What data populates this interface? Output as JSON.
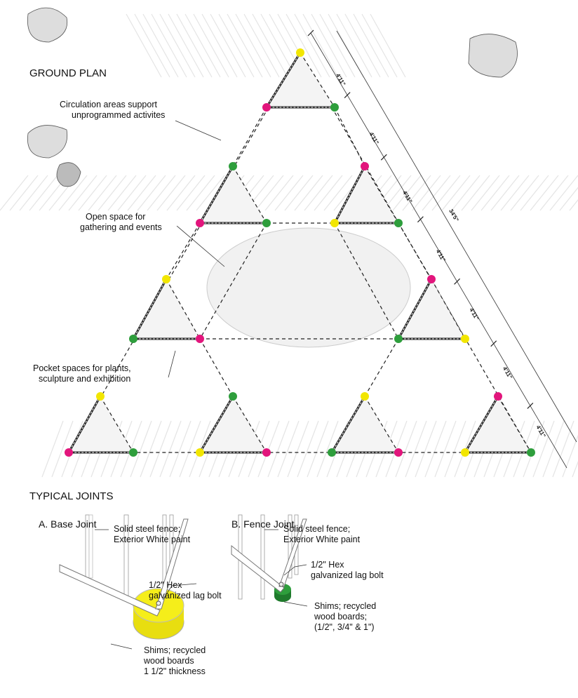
{
  "ground_plan": {
    "title": "GROUND PLAN",
    "callouts": {
      "circulation_line1": "Circulation areas support",
      "circulation_line2": "unprogrammed activites",
      "open_space_line1": "Open space for",
      "open_space_line2": "gathering and events",
      "pocket_line1": "Pocket spaces for plants,",
      "pocket_line2": "sculpture and exhibition"
    },
    "dimensions": {
      "segment": "4'11\"",
      "total": "34'5\""
    },
    "joint_colors": {
      "pink": "#e2157c",
      "green": "#2e9e3c",
      "yellow": "#f2e600"
    }
  },
  "typical_joints": {
    "title": "TYPICAL JOINTS",
    "base_joint": {
      "title": "A. Base Joint",
      "fence_line1": "Solid steel fence;",
      "fence_line2": "Exterior White paint",
      "bolt_line1": "1/2\" Hex",
      "bolt_line2": "galvanized lag bolt",
      "shim_line1": "Shims; recycled",
      "shim_line2": "wood boards",
      "shim_line3": "1 1/2\" thickness",
      "shim_color": "#f5ee1a"
    },
    "fence_joint": {
      "title": "B. Fence Joint",
      "fence_line1": "Solid steel fence;",
      "fence_line2": "Exterior White paint",
      "bolt_line1": "1/2\" Hex",
      "bolt_line2": "galvanized lag bolt",
      "shim_line1": "Shims; recycled",
      "shim_line2": "wood boards;",
      "shim_line3": "(1/2\", 3/4\" & 1\")",
      "shim_color": "#2e9e3c"
    }
  }
}
